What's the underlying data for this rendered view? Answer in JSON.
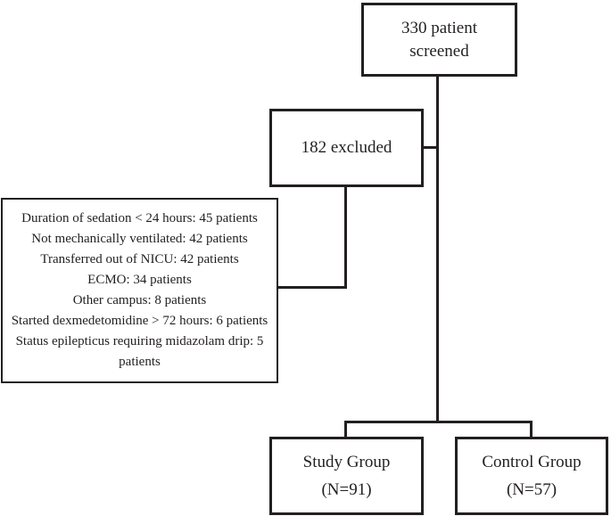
{
  "figure": {
    "type": "flowchart",
    "colors": {
      "line": "#231f20",
      "text": "#231f20",
      "background": "#ffffff"
    },
    "boxes": {
      "screened": {
        "lines": [
          "330 patient",
          "screened"
        ]
      },
      "excluded": {
        "label": "182 excluded"
      },
      "exclusion_reasons": {
        "items": [
          "Duration of sedation < 24 hours: 45 patients",
          "Not mechanically ventilated: 42 patients",
          "Transferred out of NICU: 42 patients",
          "ECMO: 34 patients",
          "Other campus: 8 patients",
          "Started dexmedetomidine > 72 hours: 6 patients",
          "Status epilepticus requiring midazolam drip: 5 patients"
        ]
      },
      "study_group": {
        "lines": [
          "Study Group",
          "(N=91)"
        ]
      },
      "control_group": {
        "lines": [
          "Control Group",
          "(N=57)"
        ]
      }
    }
  }
}
